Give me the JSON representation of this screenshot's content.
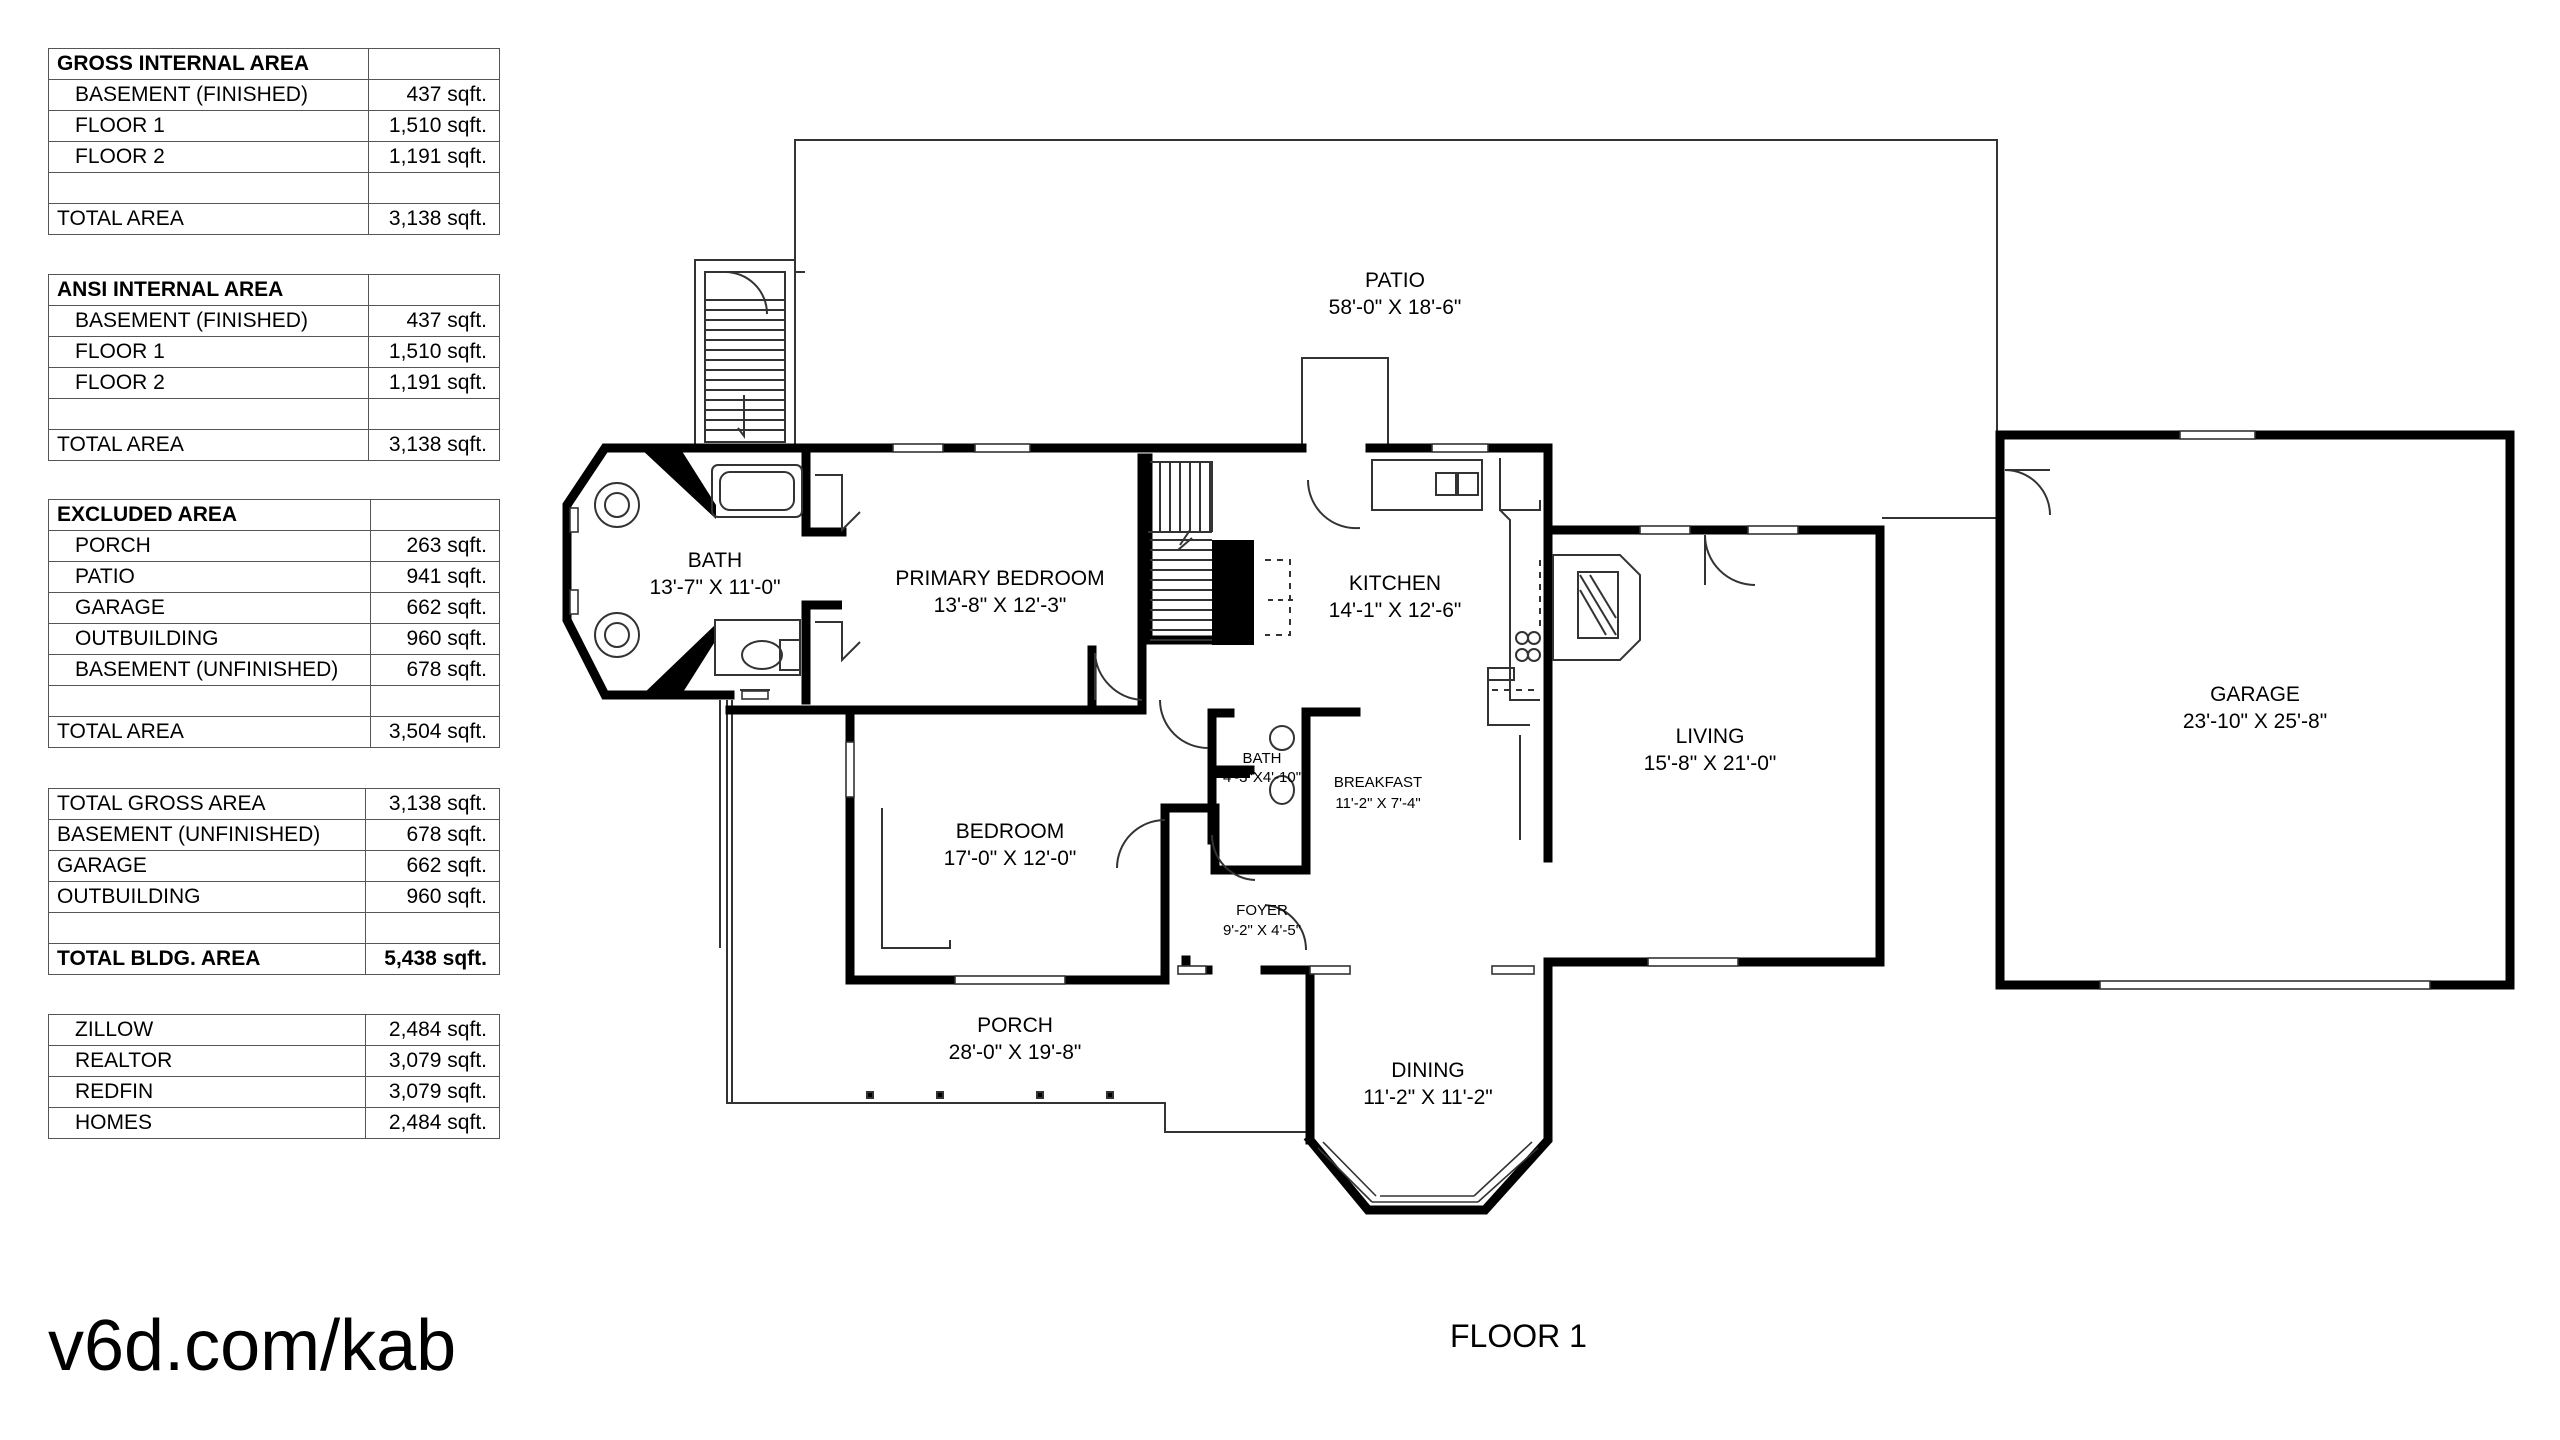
{
  "tables": [
    {
      "id": "gross",
      "rows": [
        {
          "label": "GROSS INTERNAL AREA",
          "value": "",
          "style": "head"
        },
        {
          "label": "BASEMENT (FINISHED)",
          "value": "437 sqft.",
          "style": "indent"
        },
        {
          "label": "FLOOR 1",
          "value": "1,510 sqft.",
          "style": "indent"
        },
        {
          "label": "FLOOR 2",
          "value": "1,191 sqft.",
          "style": "indent"
        },
        {
          "label": "",
          "value": "",
          "style": "blank"
        },
        {
          "label": "TOTAL AREA",
          "value": "3,138 sqft.",
          "style": "plain"
        }
      ]
    },
    {
      "id": "ansi",
      "rows": [
        {
          "label": "ANSI INTERNAL AREA",
          "value": "",
          "style": "head"
        },
        {
          "label": "BASEMENT (FINISHED)",
          "value": "437 sqft.",
          "style": "indent"
        },
        {
          "label": "FLOOR 1",
          "value": "1,510 sqft.",
          "style": "indent"
        },
        {
          "label": "FLOOR 2",
          "value": "1,191 sqft.",
          "style": "indent"
        },
        {
          "label": "",
          "value": "",
          "style": "blank"
        },
        {
          "label": "TOTAL AREA",
          "value": "3,138 sqft.",
          "style": "plain"
        }
      ]
    },
    {
      "id": "excluded",
      "rows": [
        {
          "label": "EXCLUDED AREA",
          "value": "",
          "style": "head"
        },
        {
          "label": "PORCH",
          "value": "263 sqft.",
          "style": "indent"
        },
        {
          "label": "PATIO",
          "value": "941 sqft.",
          "style": "indent"
        },
        {
          "label": "GARAGE",
          "value": "662 sqft.",
          "style": "indent"
        },
        {
          "label": "OUTBUILDING",
          "value": "960 sqft.",
          "style": "indent"
        },
        {
          "label": "BASEMENT (UNFINISHED)",
          "value": "678 sqft.",
          "style": "indent"
        },
        {
          "label": "",
          "value": "",
          "style": "blank"
        },
        {
          "label": "TOTAL AREA",
          "value": "3,504 sqft.",
          "style": "plain"
        }
      ]
    },
    {
      "id": "totals",
      "rows": [
        {
          "label": "TOTAL GROSS AREA",
          "value": "3,138 sqft.",
          "style": "plain"
        },
        {
          "label": "BASEMENT (UNFINISHED)",
          "value": "678 sqft.",
          "style": "plain"
        },
        {
          "label": "GARAGE",
          "value": "662 sqft.",
          "style": "plain"
        },
        {
          "label": "OUTBUILDING",
          "value": "960 sqft.",
          "style": "plain"
        },
        {
          "label": "",
          "value": "",
          "style": "blank"
        },
        {
          "label": "TOTAL BLDG. AREA",
          "value": "5,438 sqft.",
          "style": "bold"
        }
      ]
    },
    {
      "id": "listings",
      "rows": [
        {
          "label": "ZILLOW",
          "value": "2,484 sqft.",
          "style": "indent"
        },
        {
          "label": "REALTOR",
          "value": "3,079 sqft.",
          "style": "indent"
        },
        {
          "label": "REDFIN",
          "value": "3,079 sqft.",
          "style": "indent"
        },
        {
          "label": "HOMES",
          "value": "2,484 sqft.",
          "style": "indent"
        }
      ]
    }
  ],
  "rooms": [
    {
      "id": "patio",
      "name": "PATIO",
      "dims": "58'-0\" X 18'-6\""
    },
    {
      "id": "bath",
      "name": "BATH",
      "dims": "13'-7\" X 11'-0\""
    },
    {
      "id": "primary-bedroom",
      "name": "PRIMARY BEDROOM",
      "dims": "13'-8\" X 12'-3\""
    },
    {
      "id": "kitchen",
      "name": "KITCHEN",
      "dims": "14'-1\" X 12'-6\""
    },
    {
      "id": "living",
      "name": "LIVING",
      "dims": "15'-8\" X 21'-0\""
    },
    {
      "id": "garage",
      "name": "GARAGE",
      "dims": "23'-10\" X 25'-8\""
    },
    {
      "id": "half-bath",
      "name": "BATH",
      "dims": "4'-3\"X4'-10\""
    },
    {
      "id": "breakfast",
      "name": "BREAKFAST",
      "dims": "11'-2\" X 7'-4\""
    },
    {
      "id": "bedroom",
      "name": "BEDROOM",
      "dims": "17'-0\" X 12'-0\""
    },
    {
      "id": "foyer",
      "name": "FOYER",
      "dims": "9'-2\" X 4'-5\""
    },
    {
      "id": "porch",
      "name": "PORCH",
      "dims": "28'-0\" X 19'-8\""
    },
    {
      "id": "dining",
      "name": "DINING",
      "dims": "11'-2\" X 11'-2\""
    }
  ],
  "watermark": "v6d.com/kab",
  "floor_label": "FLOOR 1"
}
